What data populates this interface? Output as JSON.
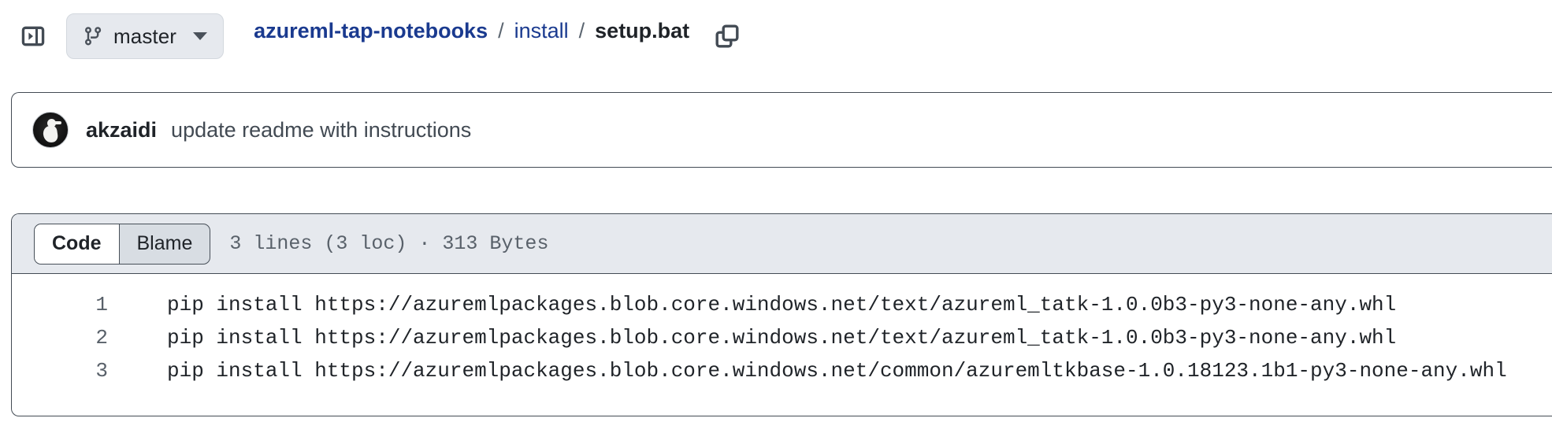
{
  "topbar": {
    "sidebar_toggle_icon": "sidebar-expand-icon",
    "branch": {
      "icon": "git-branch-icon",
      "name": "master",
      "caret_icon": "chevron-down-icon"
    },
    "breadcrumb": {
      "repo": "azureml-tap-notebooks",
      "separator": "/",
      "folder": "install",
      "file": "setup.bat"
    },
    "copy_path_icon": "copy-icon"
  },
  "commit": {
    "avatar_alt": "akzaidi-avatar",
    "author": "akzaidi",
    "message": "update readme with instructions"
  },
  "file_panel": {
    "tabs": [
      {
        "label": "Code",
        "active": true
      },
      {
        "label": "Blame",
        "active": false
      }
    ],
    "meta": "3 lines (3 loc) · 313 Bytes",
    "lines": [
      {
        "number": "1",
        "text": "pip install https://azuremlpackages.blob.core.windows.net/text/azureml_tatk-1.0.0b3-py3-none-any.whl"
      },
      {
        "number": "2",
        "text": "pip install https://azuremlpackages.blob.core.windows.net/text/azureml_tatk-1.0.0b3-py3-none-any.whl"
      },
      {
        "number": "3",
        "text": "pip install https://azuremlpackages.blob.core.windows.net/common/azuremltkbase-1.0.18123.1b1-py3-none-any.whl"
      }
    ]
  },
  "colors": {
    "link": "#1a3a8f",
    "text": "#1f2328",
    "muted": "#59616a",
    "border": "#434b54",
    "header_bg": "#e6e9ee",
    "branch_bg": "#e6e9ee"
  }
}
